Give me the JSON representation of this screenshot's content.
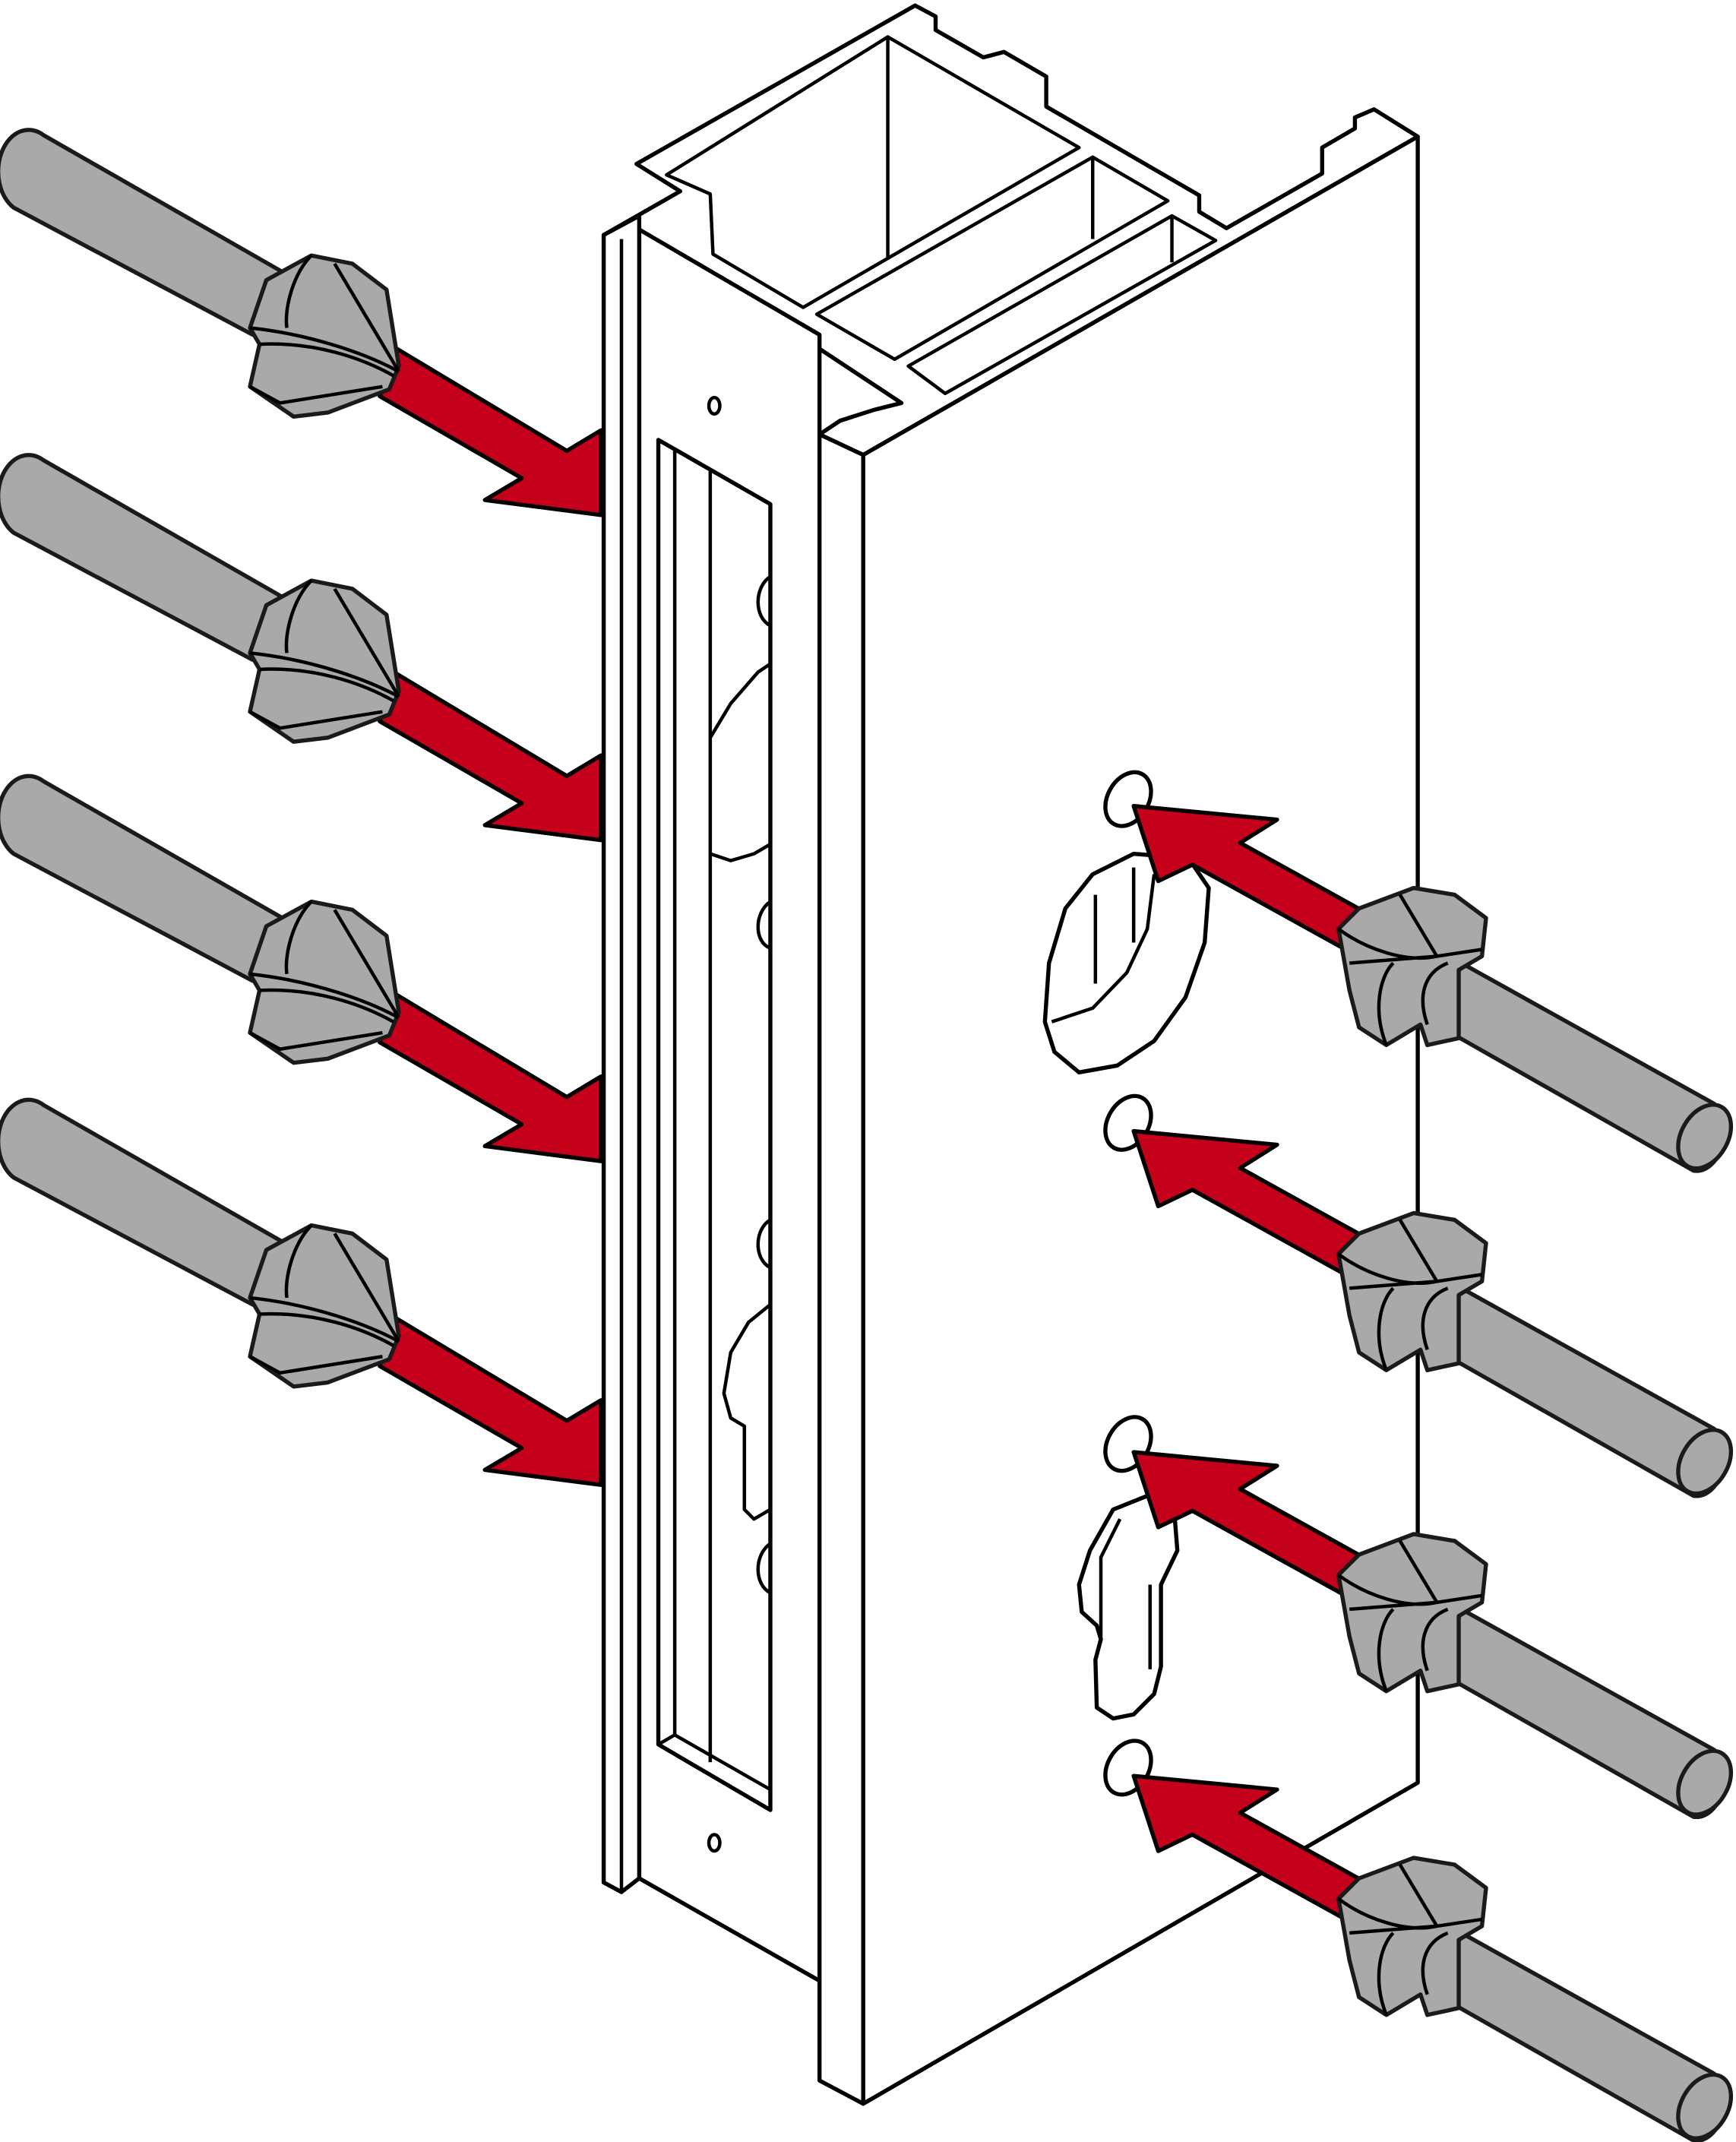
{
  "diagram": {
    "subject": "aluminium-profile-deburring",
    "colors": {
      "arrow": "#c4001a",
      "tool": "#a9a9a9",
      "outline": "#000000",
      "profile": "#ffffff"
    },
    "left_tools": 4,
    "right_tools": 4,
    "icons": [
      "countersink-bit-icon",
      "direction-arrow-icon"
    ]
  }
}
